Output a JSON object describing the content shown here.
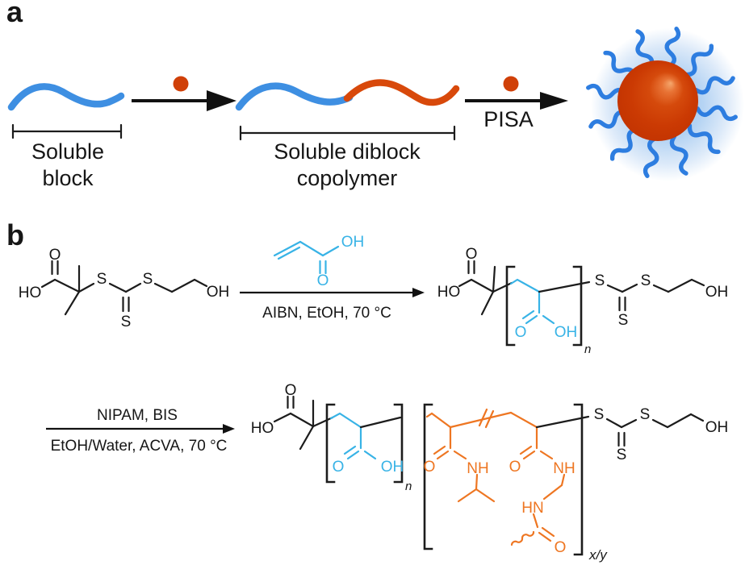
{
  "panel_a": {
    "label": "a",
    "soluble_block_line1": "Soluble",
    "soluble_block_line2": "block",
    "diblock_line1": "Soluble diblock",
    "diblock_line2": "copolymer",
    "pisa": "PISA"
  },
  "panel_b": {
    "label": "b",
    "step1": {
      "conditions": "AIBN, EtOH, 70 °C"
    },
    "step2": {
      "reagents": "NIPAM, BIS",
      "conditions": "EtOH/Water, ACVA, 70 °C"
    },
    "raft": {
      "o": "O",
      "ho": "HO",
      "s_left": "S",
      "s_thione": "S",
      "s_right": "S",
      "oh": "OH"
    },
    "acrylic_acid": {
      "oh": "OH",
      "o": "O"
    },
    "macro_cta": {
      "ho": "HO",
      "o": "O",
      "aa_o": "O",
      "aa_oh": "OH",
      "sub_n": "n",
      "s_left": "S",
      "s_thione": "S",
      "s_right": "S",
      "oh": "OH"
    },
    "product": {
      "ho": "HO",
      "o": "O",
      "aa_o": "O",
      "aa_oh": "OH",
      "sub_n": "n",
      "nipam_o": "O",
      "nipam_nh": "NH",
      "bis_o": "O",
      "bis_nh": "NH",
      "bis_hn": "HN",
      "bis_o2": "O",
      "sub_xy": "x/y",
      "s_left": "S",
      "s_thione": "S",
      "s_right": "S",
      "oh": "OH"
    }
  },
  "colors": {
    "chain_blue": "#3e8fe2",
    "corona_blue": "#2d7de0",
    "monomer_red": "#d04008",
    "chain_red": "#d8490b",
    "core_red": "#cb3a03",
    "glow_blue": "#b4d3f3",
    "structure_cyan": "#38b3e6",
    "structure_orange": "#ee7622",
    "bond_black": "#1c1c1c"
  }
}
